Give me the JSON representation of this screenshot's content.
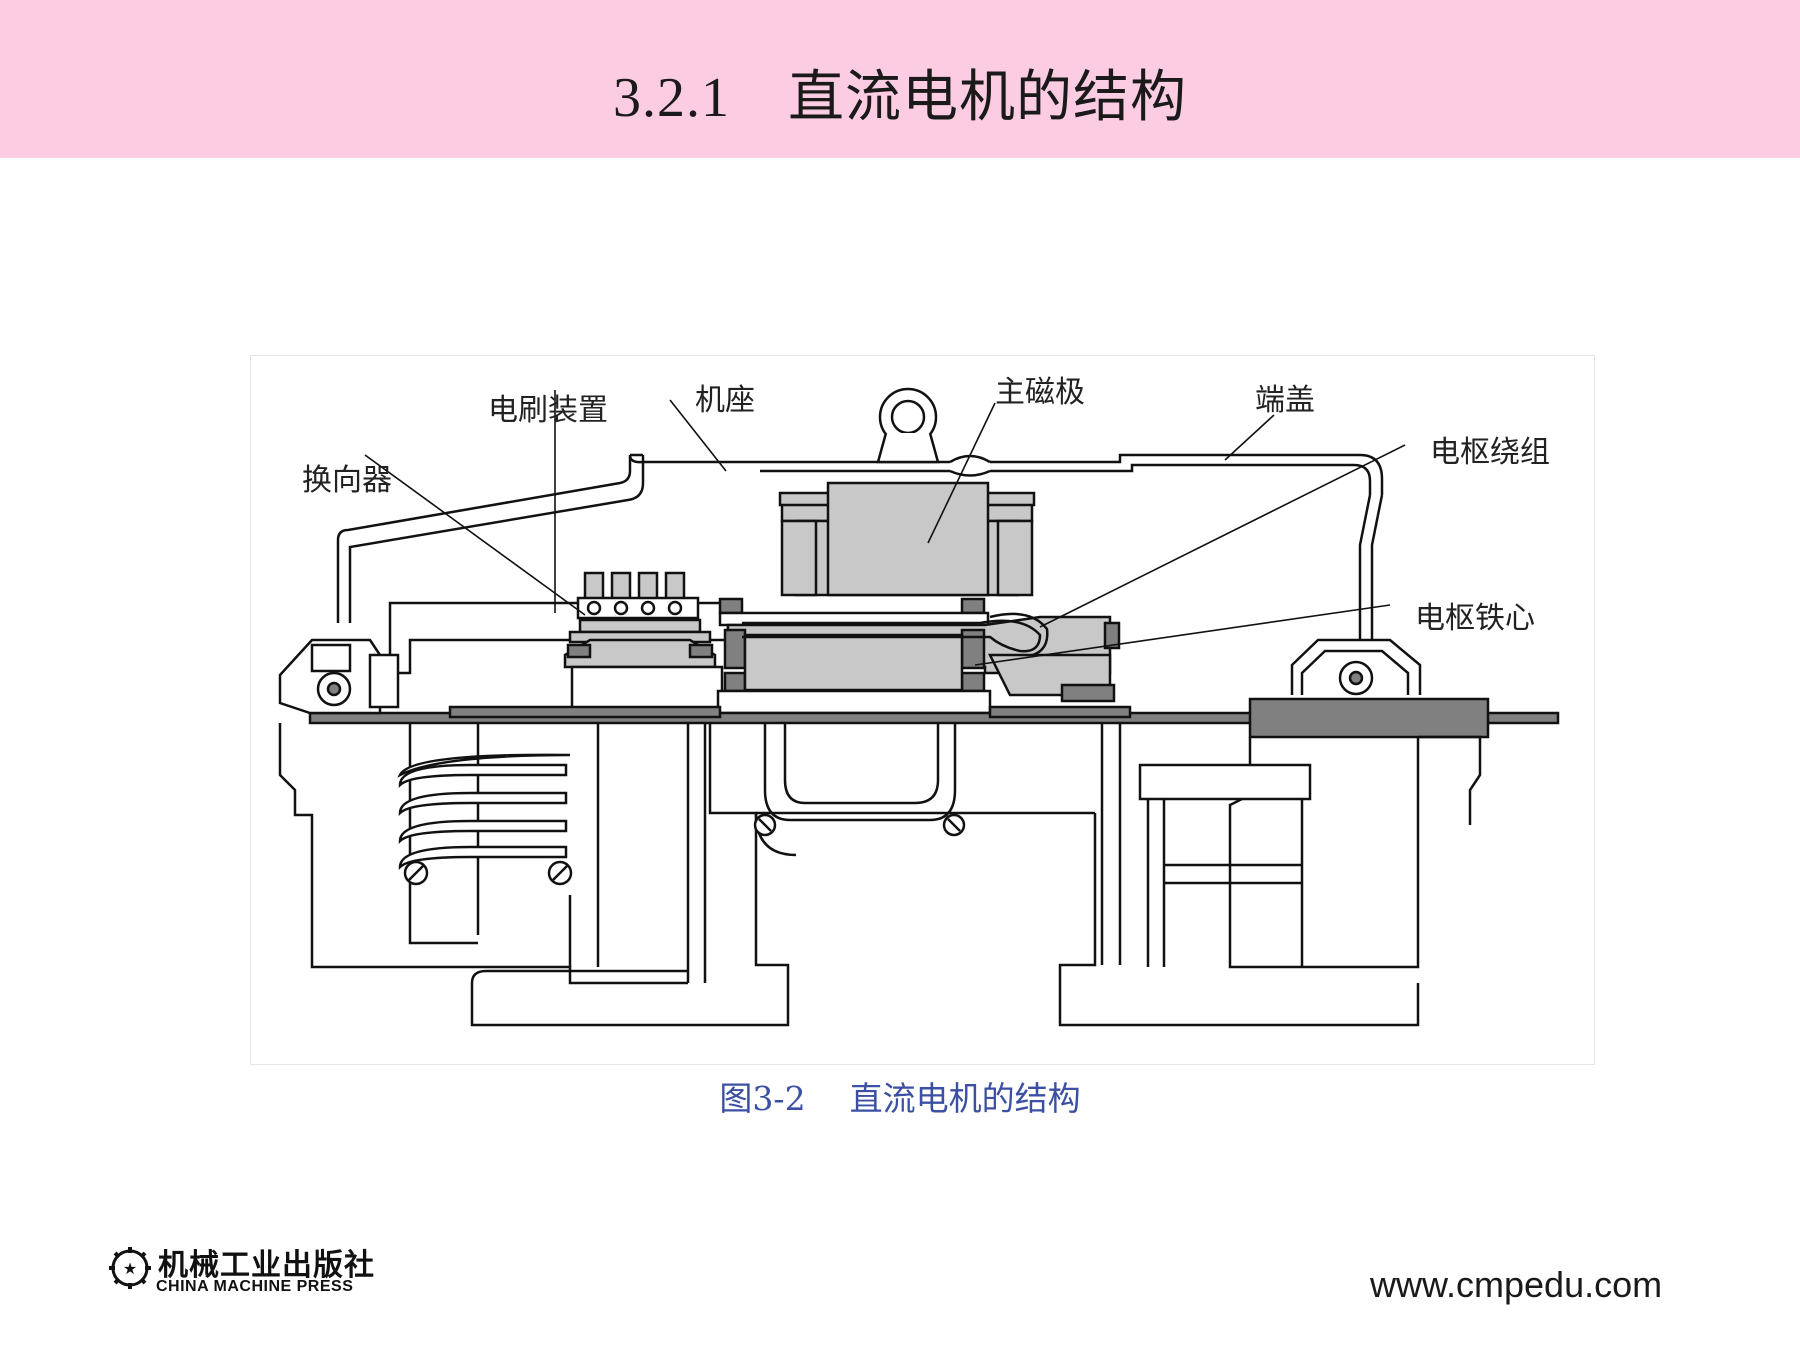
{
  "slide": {
    "section_number": "3.2.1",
    "title": "直流电机的结构"
  },
  "figure": {
    "labels": {
      "brush_gear": "电刷装置",
      "frame": "机座",
      "main_pole": "主磁极",
      "end_cover": "端盖",
      "armature_winding": "电枢绕组",
      "commutator": "换向器",
      "armature_core": "电枢铁心"
    },
    "caption_number": "图3-2",
    "caption_text": "直流电机的结构"
  },
  "footer": {
    "publisher_cn": "机械工业出版社",
    "publisher_en": "CHINA MACHINE PRESS",
    "website": "www.cmpedu.com"
  }
}
